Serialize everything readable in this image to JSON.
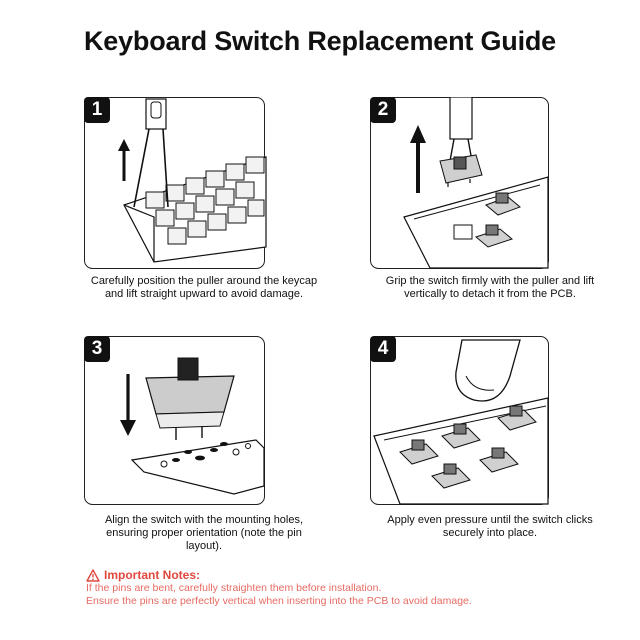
{
  "title": "Keyboard Switch Replacement Guide",
  "steps": [
    {
      "number": "1",
      "caption": "Carefully position the puller around the keycap and lift straight upward to avoid damage."
    },
    {
      "number": "2",
      "caption": "Grip the switch firmly with the puller and lift vertically to detach it from the PCB."
    },
    {
      "number": "3",
      "caption": "Align the switch with the mounting holes, ensuring proper orientation (note the pin layout)."
    },
    {
      "number": "4",
      "caption": "Apply even pressure until the switch clicks securely into place."
    }
  ],
  "notes": {
    "title": "Important Notes:",
    "icon": "warning-icon",
    "lines": [
      "If the pins are bent, carefully straighten them before installation.",
      "Ensure the pins are perfectly vertical when inserting into the PCB to avoid damage."
    ]
  },
  "colors": {
    "notes_title": "#e0483e",
    "notes_text": "#e66b62",
    "badge": "#111111"
  }
}
